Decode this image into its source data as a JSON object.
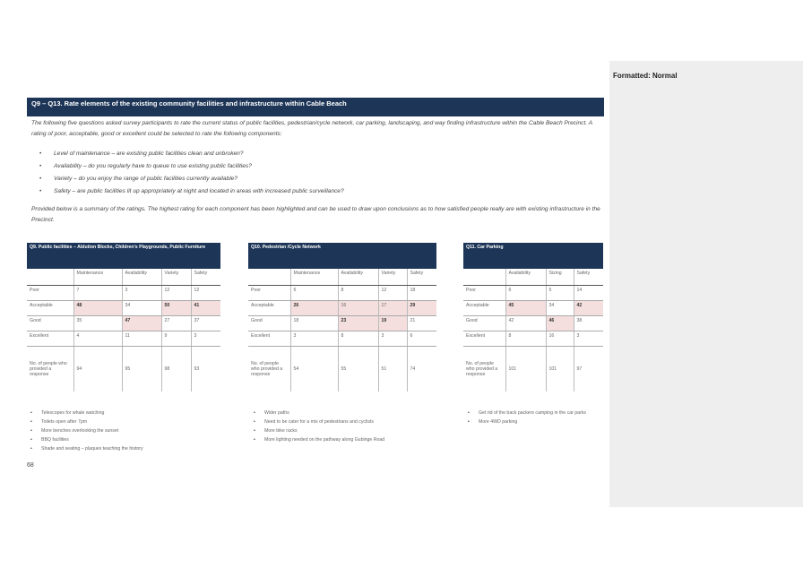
{
  "heading": "Q9 – Q13. Rate elements of the existing community facilities and infrastructure within Cable Beach",
  "intro": "The following five questions asked survey participants to rate the current status of public facilities, pedestrian/cycle network, car parking, landscaping, and way finding infrastructure within the Cable Beach Precinct. A rating of poor, acceptable, good or excellent could be selected to rate the following components:",
  "bullets": [
    "Level of maintenance – are existing public facilities clean and unbroken?",
    "Availability – do you regularly have to queue to use existing public facilities?",
    "Variety – do you enjoy the range of public facilities currently available?",
    "Safety – are public facilities lit up appropriately at night and located in areas with increased public surveillance?"
  ],
  "summary": "Provided below is a summary of the ratings. The highest rating for each component has been highlighted and can be used to draw upon conclusions as to how satisfied people really are with existing infrastructure in the Precinct.",
  "tables": {
    "q9": {
      "title": "Q9.  Public facilities – Ablution Blocks, Children’s Playgrounds, Public Furniture",
      "cols": [
        "Maintenance",
        "Availability",
        "Variety",
        "Safety"
      ],
      "rows": [
        {
          "label": "Poor",
          "values": [
            "7",
            "3",
            "12",
            "12"
          ]
        },
        {
          "label": "Acceptable",
          "values": [
            "48",
            "34",
            "50",
            "41"
          ]
        },
        {
          "label": "Good",
          "values": [
            "35",
            "47",
            "27",
            "37"
          ]
        },
        {
          "label": "Excellent",
          "values": [
            "4",
            "11",
            "9",
            "3"
          ]
        }
      ],
      "count_label": "No. of people who provided a response",
      "counts": [
        "94",
        "95",
        "98",
        "93"
      ]
    },
    "q10": {
      "title": "Q10. Pedestrian /Cycle Network",
      "cols": [
        "Maintenance",
        "Availability",
        "Variety",
        "Safety"
      ],
      "rows": [
        {
          "label": "Poor",
          "values": [
            "6",
            "8",
            "12",
            "18"
          ]
        },
        {
          "label": "Acceptable",
          "values": [
            "26",
            "16",
            "17",
            "29"
          ]
        },
        {
          "label": "Good",
          "values": [
            "18",
            "23",
            "19",
            "21"
          ]
        },
        {
          "label": "Excellent",
          "values": [
            "3",
            "8",
            "3",
            "6"
          ]
        }
      ],
      "count_label": "No. of people who provided a response",
      "counts": [
        "54",
        "55",
        "51",
        "74"
      ]
    },
    "q11": {
      "title": "Q11. Car Parking",
      "cols": [
        "Availability",
        "Sizing",
        "Safety"
      ],
      "rows": [
        {
          "label": "Poor",
          "values": [
            "6",
            "5",
            "14"
          ]
        },
        {
          "label": "Acceptable",
          "values": [
            "45",
            "34",
            "42"
          ]
        },
        {
          "label": "Good",
          "values": [
            "42",
            "46",
            "38"
          ]
        },
        {
          "label": "Excellent",
          "values": [
            "8",
            "16",
            "3"
          ]
        }
      ],
      "count_label": "No. of people who provided a response",
      "counts": [
        "101",
        "101",
        "97"
      ]
    }
  },
  "comments": {
    "q9": [
      "Telescopes for whale watching",
      "Toilets open after 7pm",
      "More benches overlooking the sunset",
      "BBQ facilities",
      "Shade and seating – plaques teaching the history"
    ],
    "q10": [
      "Wider paths",
      "Need to be cater for a mix of pedestrians and cyclists",
      "More bike racks",
      "More lighting needed on the pathway along Gubinge Road"
    ],
    "q11": [
      "Get rid of the back packers camping in the car parks",
      "More 4WD parking"
    ]
  },
  "page_number": "68",
  "comment_pane_title": "Formatted: Normal"
}
